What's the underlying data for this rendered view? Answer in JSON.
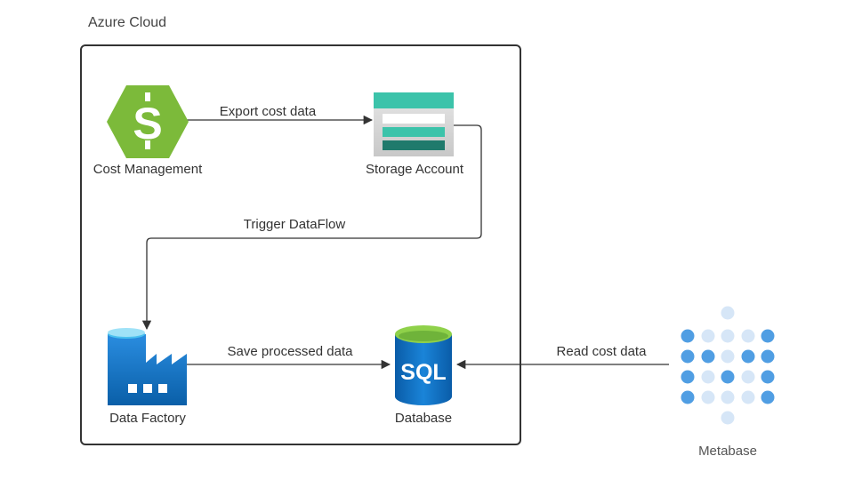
{
  "group": {
    "title": "Azure Cloud"
  },
  "nodes": {
    "cost_management": {
      "label": "Cost Management",
      "icon": "dollar-hexagon-icon"
    },
    "storage_account": {
      "label": "Storage Account",
      "icon": "storage-account-icon"
    },
    "data_factory": {
      "label": "Data Factory",
      "icon": "factory-icon"
    },
    "database": {
      "label": "Database",
      "icon": "sql-database-icon",
      "icon_text": "SQL"
    },
    "metabase": {
      "label": "Metabase",
      "icon": "metabase-dots-icon"
    }
  },
  "edges": {
    "export": {
      "label": "Export cost data"
    },
    "trigger": {
      "label": "Trigger DataFlow"
    },
    "save": {
      "label": "Save processed data"
    },
    "read": {
      "label": "Read cost data"
    }
  },
  "colors": {
    "accent_green": "#7cba3a",
    "teal": "#3cc3aa",
    "dark_teal": "#1f7a6c",
    "azure_blue": "#0a6fc2",
    "metabase_blue": "#509ee3",
    "metabase_light": "#d6e6f7",
    "line": "#333333"
  }
}
